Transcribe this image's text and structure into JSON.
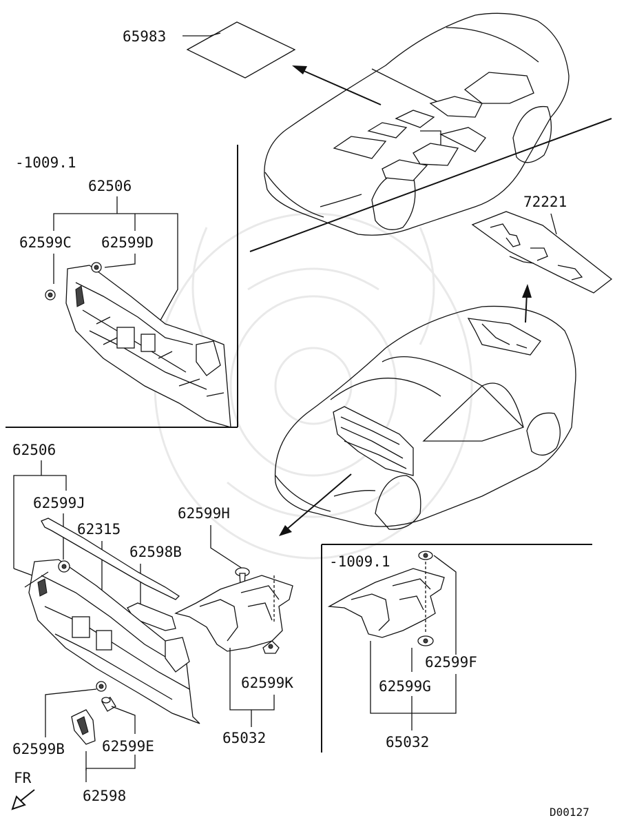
{
  "diagram": {
    "code": "D00127",
    "fr_label": "FR",
    "callouts": {
      "p65983": "65983",
      "p72221": "72221",
      "date_top": "-1009.1",
      "p62506_top": "62506",
      "p62599C": "62599C",
      "p62599D": "62599D",
      "p62506_bottom": "62506",
      "p62599J": "62599J",
      "p62315": "62315",
      "p62598B": "62598B",
      "p62599H": "62599H",
      "p62599K": "62599K",
      "p65032_mid": "65032",
      "p62599B": "62599B",
      "p62599E": "62599E",
      "p62598": "62598",
      "date_bottom": "-1009.1",
      "p62599F": "62599F",
      "p62599G": "62599G",
      "p65032_right": "65032"
    }
  }
}
